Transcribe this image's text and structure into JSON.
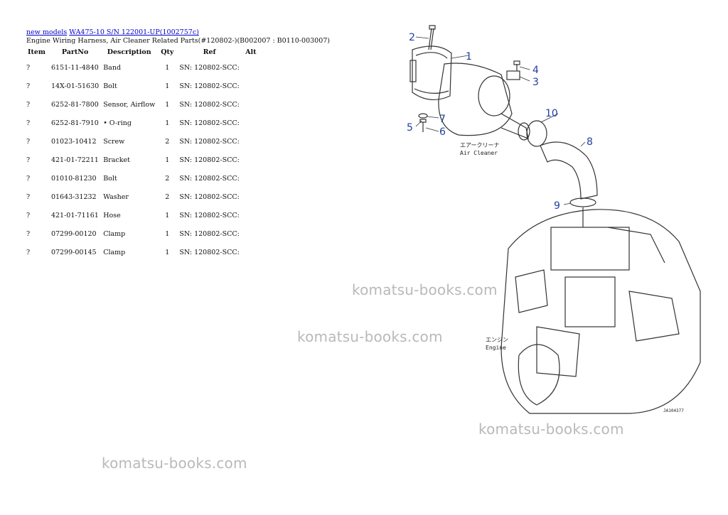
{
  "nav": {
    "link1": "new models",
    "link2": "WA475-10 S/N 122001-UP(1002757c)"
  },
  "subtitle": "Engine Wiring Harness, Air Cleaner Related Parts(#120802-)(B002007 : B0110-003007)",
  "table": {
    "headers": [
      "Item",
      "PartNo",
      "Description",
      "Qty",
      "Ref",
      "Alt"
    ],
    "rows": [
      {
        "item": "?",
        "part": "6151-11-4840",
        "desc": "Band",
        "qty": "1",
        "ref": "SN: 120802-SCC:",
        "alt": ""
      },
      {
        "item": "?",
        "part": "14X-01-51630",
        "desc": "Bolt",
        "qty": "1",
        "ref": "SN: 120802-SCC:",
        "alt": ""
      },
      {
        "item": "?",
        "part": "6252-81-7800",
        "desc": "Sensor, Airflow",
        "qty": "1",
        "ref": "SN: 120802-SCC:",
        "alt": ""
      },
      {
        "item": "?",
        "part": "6252-81-7910",
        "desc": "• O-ring",
        "qty": "1",
        "ref": "SN: 120802-SCC:",
        "alt": ""
      },
      {
        "item": "?",
        "part": "01023-10412",
        "desc": "Screw",
        "qty": "2",
        "ref": "SN: 120802-SCC:",
        "alt": ""
      },
      {
        "item": "?",
        "part": "421-01-72211",
        "desc": "Bracket",
        "qty": "1",
        "ref": "SN: 120802-SCC:",
        "alt": ""
      },
      {
        "item": "?",
        "part": "01010-81230",
        "desc": "Bolt",
        "qty": "2",
        "ref": "SN: 120802-SCC:",
        "alt": ""
      },
      {
        "item": "?",
        "part": "01643-31232",
        "desc": "Washer",
        "qty": "2",
        "ref": "SN: 120802-SCC:",
        "alt": ""
      },
      {
        "item": "?",
        "part": "421-01-71161",
        "desc": "Hose",
        "qty": "1",
        "ref": "SN: 120802-SCC:",
        "alt": ""
      },
      {
        "item": "?",
        "part": "07299-00120",
        "desc": "Clamp",
        "qty": "1",
        "ref": "SN: 120802-SCC:",
        "alt": ""
      },
      {
        "item": "?",
        "part": "07299-00145",
        "desc": "Clamp",
        "qty": "1",
        "ref": "SN: 120802-SCC:",
        "alt": ""
      }
    ]
  },
  "watermark": "komatsu-books.com",
  "diagram": {
    "callouts": [
      "1",
      "2",
      "3",
      "4",
      "5",
      "6",
      "7",
      "8",
      "9",
      "10"
    ],
    "label_air_cleaner_jp": "エアークリーナ",
    "label_air_cleaner": "Air Cleaner",
    "label_engine_jp": "エンジン",
    "label_engine": "Engine",
    "code": "JA104377"
  },
  "colors": {
    "link": "#0000cc",
    "callout": "#1f3f9f",
    "watermark": "#b9b9b9"
  }
}
